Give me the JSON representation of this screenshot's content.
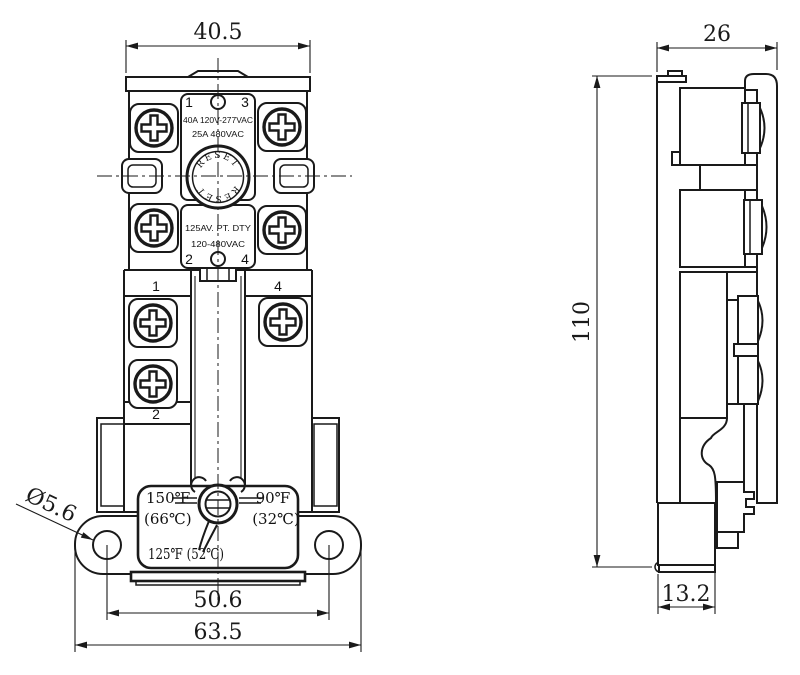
{
  "front_view": {
    "upper_block": {
      "terminal_1": "1",
      "terminal_3": "3",
      "rating_line1": "40A 120V-277VAC",
      "rating_line2": "25A 480VAC"
    },
    "reset_dial": {
      "top_label": "RESET",
      "bottom_label": "RESET"
    },
    "mid_block": {
      "terminal_2": "2",
      "terminal_4": "4",
      "duty_line1": "125AV. PT. DTY",
      "duty_line2": "120-480VAC"
    },
    "lower_block": {
      "terminal_1": "1",
      "terminal_4": "4",
      "terminal_2": "2"
    },
    "temperature_block": {
      "high_f": "150℉",
      "high_c": "(66℃)",
      "low_f": "90℉",
      "low_c": "(32℃)",
      "default_setting": "125℉ (52℃)"
    }
  },
  "dimensions": {
    "body_width": "40.5",
    "depth": "26",
    "height": "110",
    "hole_spacing": "50.6",
    "bracket_width": "63.5",
    "base_depth": "13.2",
    "hole_diameter": "Ø5.6"
  }
}
